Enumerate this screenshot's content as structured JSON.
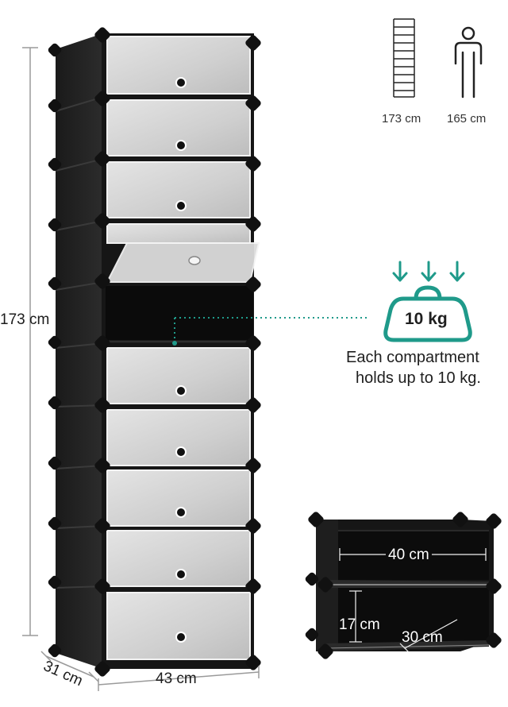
{
  "dimensions": {
    "height": "173 cm",
    "depth": "31 cm",
    "width": "43 cm"
  },
  "comparison": {
    "rack_height": "173 cm",
    "person_height": "165 cm"
  },
  "load": {
    "weight": "10 kg",
    "caption_line1": "Each compartment",
    "caption_line2": "holds up to 10 kg."
  },
  "compartment": {
    "width": "40 cm",
    "height": "17 cm",
    "depth": "30 cm"
  },
  "colors": {
    "frame": "#1b1b1b",
    "door": "#d2d2d2",
    "accent": "#1f9a8a",
    "dimension_line": "#9a9a9a"
  }
}
